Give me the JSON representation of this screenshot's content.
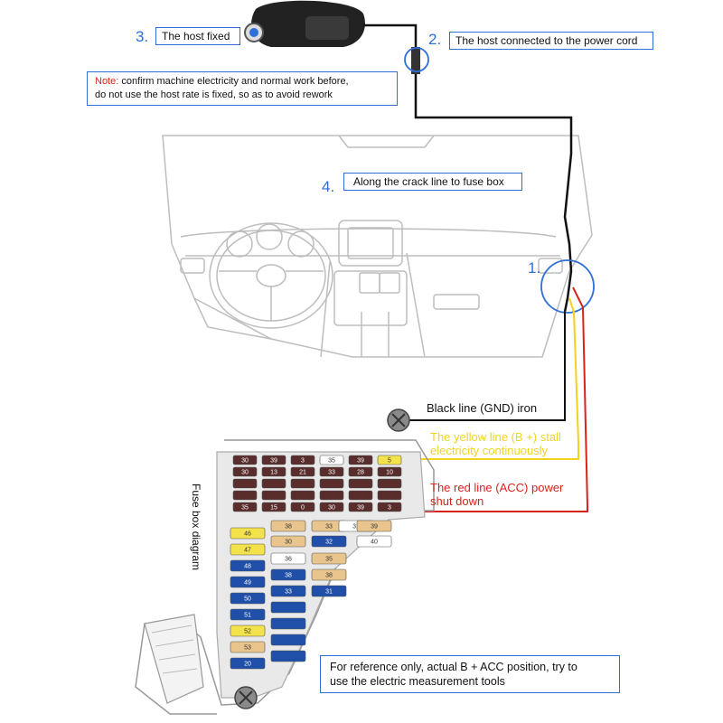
{
  "steps": [
    {
      "number": "3.",
      "text": "The host fixed"
    },
    {
      "number": "2.",
      "text": "The host connected to the power cord"
    },
    {
      "number": "4.",
      "text": "Along the crack line to fuse box"
    },
    {
      "number": "1.",
      "text": ""
    }
  ],
  "note": {
    "keyword": "Note:",
    "line1": " confirm machine electricity and normal work before,",
    "line2": "do not use the host rate is fixed, so as to avoid rework"
  },
  "wires": {
    "black": "Black line (GND) iron",
    "yellow_line1": "The yellow line (B +) stall",
    "yellow_line2": "electricity continuously",
    "red_line1": "The red line (ACC) power",
    "red_line2": "shut down"
  },
  "fuse_box_label": "Fuse box diagram",
  "reference": {
    "line1": "For reference only, actual B + ACC position, try to",
    "line2": "use the electric measurement tools"
  },
  "fuses_top_labels": [
    "30",
    "39",
    "3",
    "35",
    "39",
    "5",
    "30",
    "13",
    "21",
    "33",
    "28",
    "10",
    "35",
    "15",
    "0"
  ],
  "fuses_mid_labels": [
    "38",
    "33",
    "31",
    "39",
    "30",
    "32",
    "40",
    "36",
    "35",
    "38"
  ],
  "fuses_left_labels": [
    "46",
    "47",
    "48",
    "49",
    "50",
    "51",
    "52",
    "53",
    "20"
  ],
  "colors": {
    "accent_blue": "#2f6fd6",
    "note_red": "#d8231b",
    "wire_black": "#111111",
    "wire_yellow": "#f2d21b",
    "wire_red": "#d8231b",
    "fuse_dark": "#5a2d2d",
    "fuse_blue": "#1f4fa8",
    "fuse_yellow": "#f3e24a",
    "fuse_tan": "#e9c48c"
  }
}
